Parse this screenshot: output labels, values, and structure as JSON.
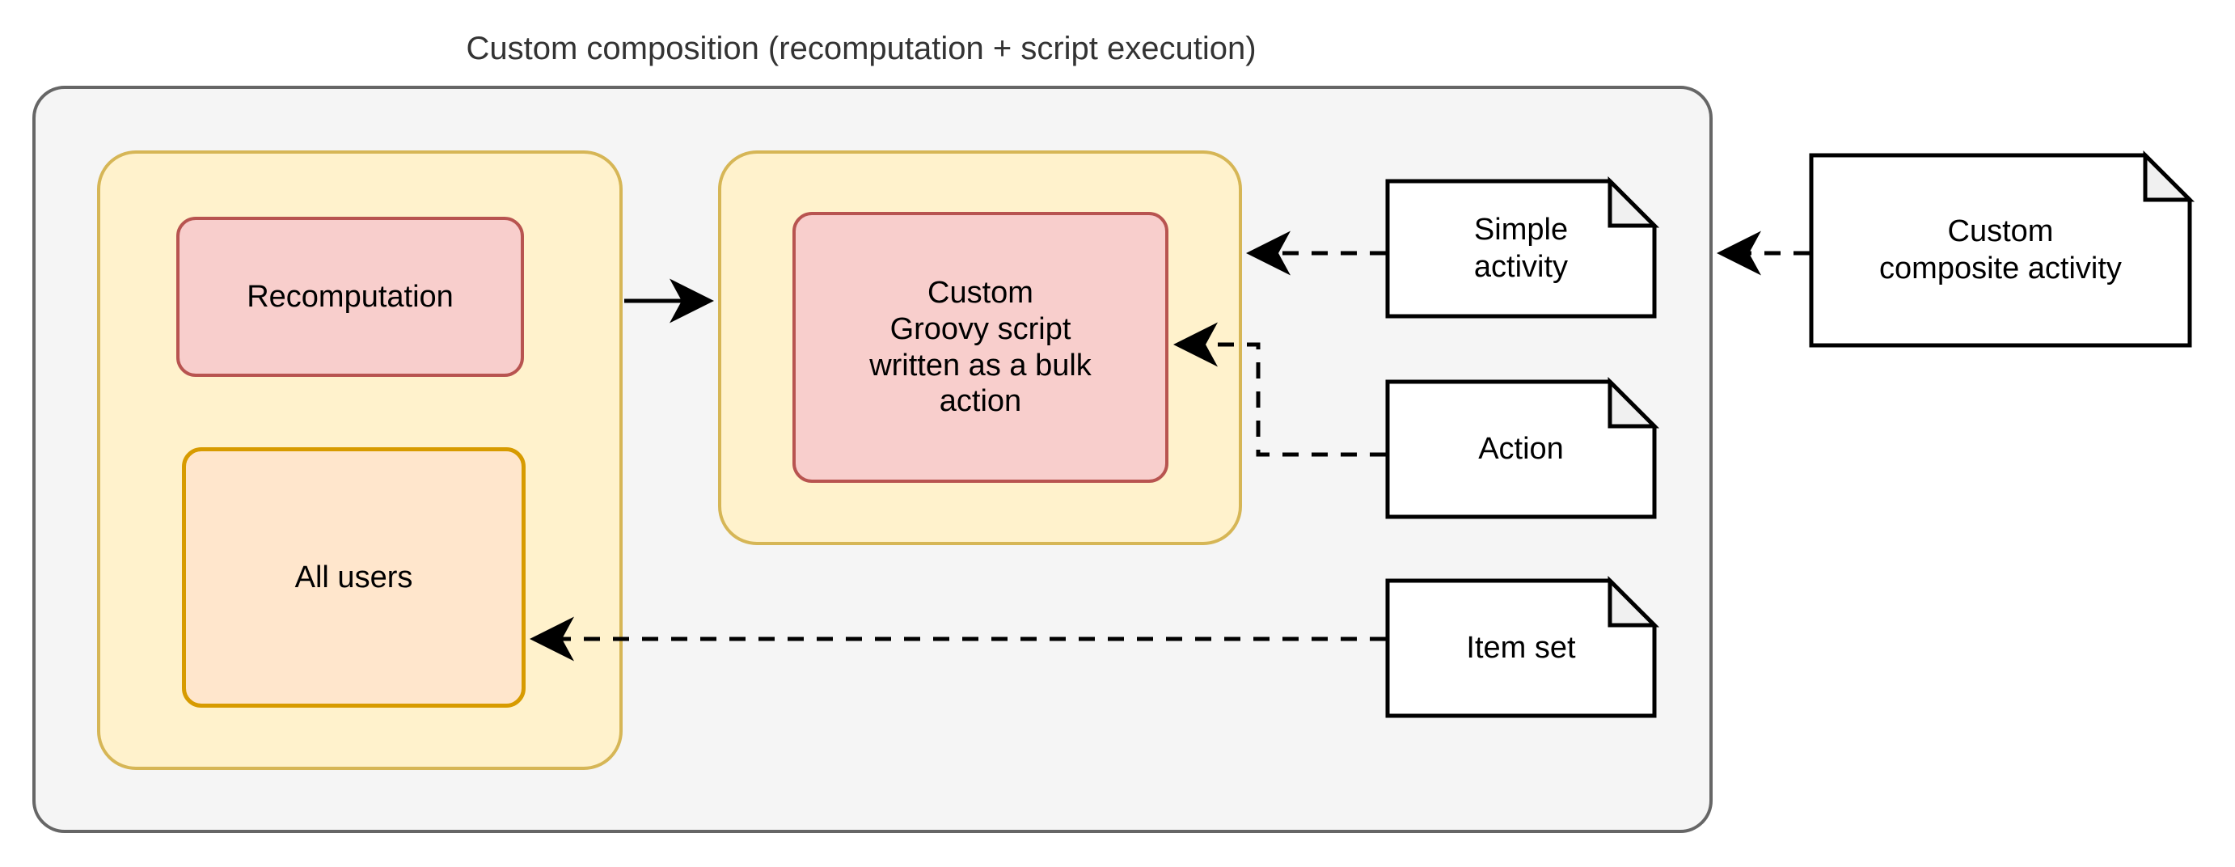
{
  "diagram": {
    "title": "Custom composition (recomputation + script execution)",
    "type": "uml-composition-diagram",
    "colors": {
      "outer_container_fill": "#f5f5f5",
      "outer_container_stroke": "#666666",
      "group_fill": "#fff2cc",
      "group_stroke": "#d6b656",
      "pink_node_fill": "#f8cecc",
      "pink_node_stroke": "#b85450",
      "orange_node_fill": "#ffe6cc",
      "orange_node_stroke": "#d79b00",
      "note_fill": "#ffffff",
      "note_stroke": "#000000",
      "note_fold_fill": "#f0f0f0",
      "connector_stroke": "#000000",
      "page_background": "#ffffff"
    }
  },
  "outer_container": {
    "name": "Custom composition (recomputation + script execution)"
  },
  "groups": [
    {
      "id": "group-recomputation",
      "label": ""
    },
    {
      "id": "group-script",
      "label": ""
    }
  ],
  "nodes": [
    {
      "id": "node-recomputation",
      "label": "Recomputation",
      "style": "pink"
    },
    {
      "id": "node-all-users",
      "label": "All users",
      "style": "orange"
    },
    {
      "id": "node-groovy-script",
      "label": "Custom\nGroovy script\nwritten as a bulk\naction",
      "style": "pink",
      "lines": [
        "Custom",
        "Groovy script",
        "written as a bulk",
        "action"
      ]
    }
  ],
  "notes": [
    {
      "id": "note-simple-activity",
      "label": "Simple\nactivity",
      "lines": [
        "Simple",
        "activity"
      ]
    },
    {
      "id": "note-action",
      "label": "Action",
      "lines": [
        "Action"
      ]
    },
    {
      "id": "note-item-set",
      "label": "Item set",
      "lines": [
        "Item set"
      ]
    },
    {
      "id": "note-custom-composite",
      "label": "Custom\ncomposite activity",
      "lines": [
        "Custom",
        "composite activity"
      ]
    }
  ],
  "connectors": [
    {
      "id": "edge-recomputation-to-script",
      "from": "group-recomputation",
      "to": "group-script",
      "style": "solid",
      "arrow": "end"
    },
    {
      "id": "edge-simple-activity-to-script",
      "from": "note-simple-activity",
      "to": "group-script",
      "style": "dashed",
      "arrow": "end"
    },
    {
      "id": "edge-action-to-groovy-script",
      "from": "note-action",
      "to": "node-groovy-script",
      "style": "dashed",
      "arrow": "end",
      "routing": "elbow"
    },
    {
      "id": "edge-item-set-to-all-users",
      "from": "note-item-set",
      "to": "node-all-users",
      "style": "dashed",
      "arrow": "end"
    },
    {
      "id": "edge-custom-composite-to-outer",
      "from": "note-custom-composite",
      "to": "outer_container",
      "style": "dashed",
      "arrow": "end"
    }
  ],
  "labels": {
    "recomputation": "Recomputation",
    "all_users": "All users",
    "groovy_l1": "Custom",
    "groovy_l2": "Groovy script",
    "groovy_l3": "written as a bulk",
    "groovy_l4": "action",
    "simple_l1": "Simple",
    "simple_l2": "activity",
    "action": "Action",
    "item_set": "Item set",
    "composite_l1": "Custom",
    "composite_l2": "composite activity"
  }
}
